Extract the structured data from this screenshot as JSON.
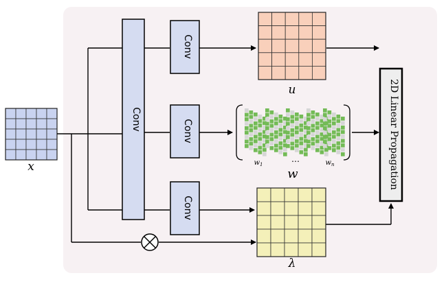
{
  "labels": {
    "input": "x",
    "big_conv": "Conv",
    "conv_top": "Conv",
    "conv_mid": "Conv",
    "conv_bot": "Conv",
    "u": "u",
    "w": "w",
    "lambda": "λ",
    "w_first": "w",
    "w_first_sub": "1",
    "dots": "…",
    "w_last": "w",
    "w_last_sub": "n",
    "propagation": "2D Linear Propagation",
    "multiply_symbol": "⊗"
  },
  "colors": {
    "background_panel": "#f7f1f3",
    "input_grid": "#c9d3f0",
    "conv_box": "#d5dcf1",
    "u_grid": "#f9d0bb",
    "lambda_grid": "#f4f0b9",
    "w_green": "#74bb57",
    "w_grey": "#d6d6d6",
    "prop_box": "#eeeeee"
  }
}
